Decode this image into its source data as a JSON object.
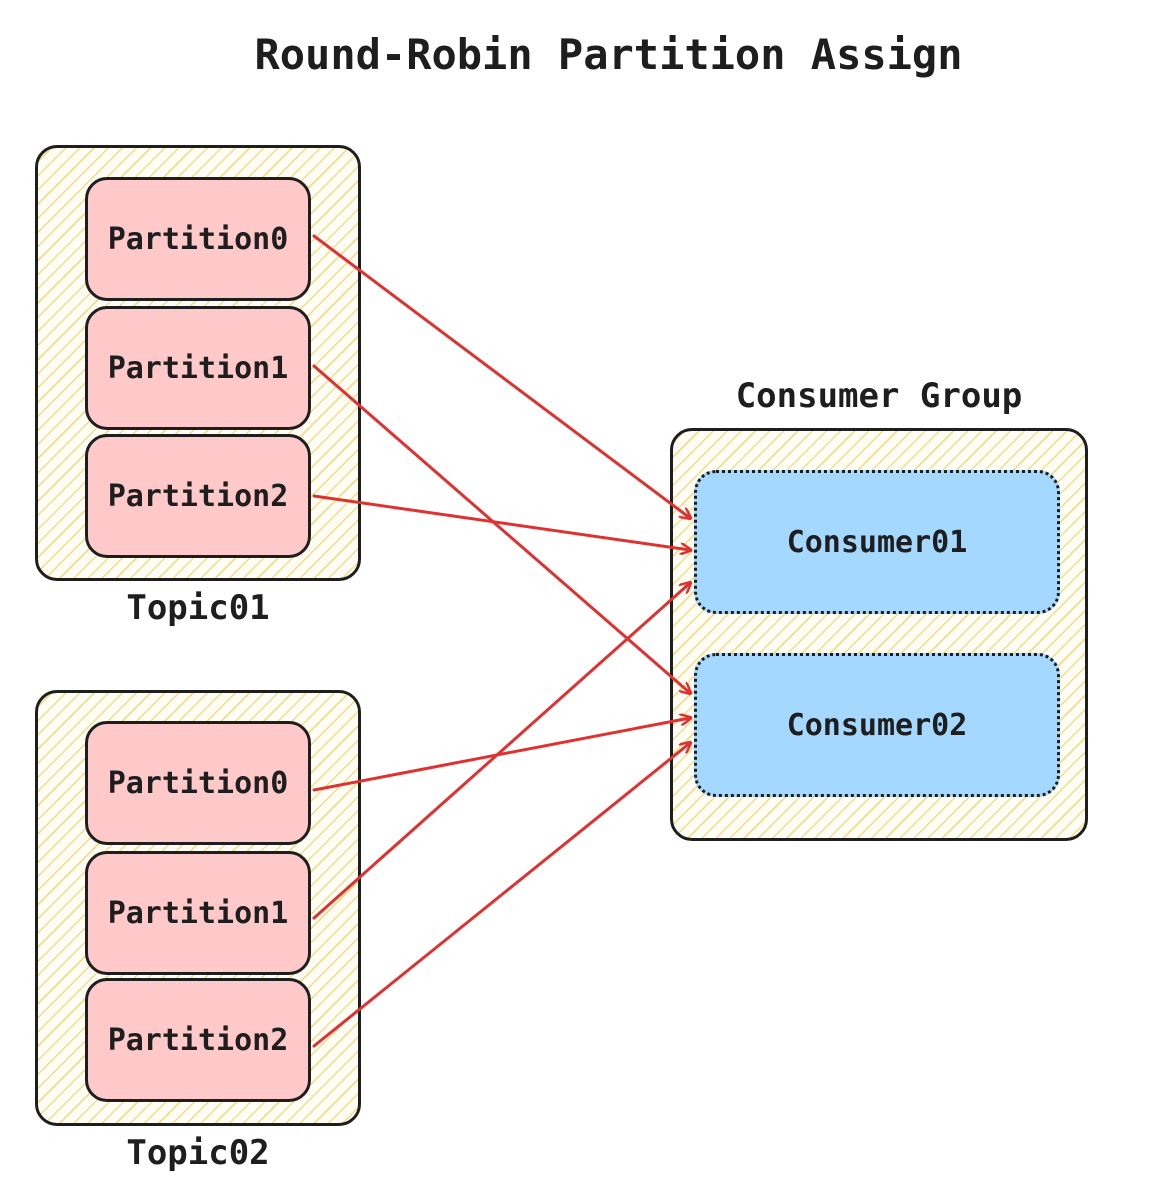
{
  "title": "Round-Robin Partition Assign",
  "topics": [
    {
      "name": "Topic01",
      "partitions": [
        "Partition0",
        "Partition1",
        "Partition2"
      ]
    },
    {
      "name": "Topic02",
      "partitions": [
        "Partition0",
        "Partition1",
        "Partition2"
      ]
    }
  ],
  "consumer_group": {
    "label": "Consumer Group",
    "consumers": [
      "Consumer01",
      "Consumer02"
    ]
  },
  "assignments": [
    {
      "topic": "Topic01",
      "partition": "Partition0",
      "consumer": "Consumer01"
    },
    {
      "topic": "Topic01",
      "partition": "Partition1",
      "consumer": "Consumer02"
    },
    {
      "topic": "Topic01",
      "partition": "Partition2",
      "consumer": "Consumer01"
    },
    {
      "topic": "Topic02",
      "partition": "Partition0",
      "consumer": "Consumer02"
    },
    {
      "topic": "Topic02",
      "partition": "Partition1",
      "consumer": "Consumer01"
    },
    {
      "topic": "Topic02",
      "partition": "Partition2",
      "consumer": "Consumer02"
    }
  ],
  "colors": {
    "partition_fill": "#ffc9c9",
    "consumer_fill": "#a5d8ff",
    "hatch": "#ecd26e",
    "arrow": "#e03131",
    "stroke": "#1e1e1e"
  }
}
